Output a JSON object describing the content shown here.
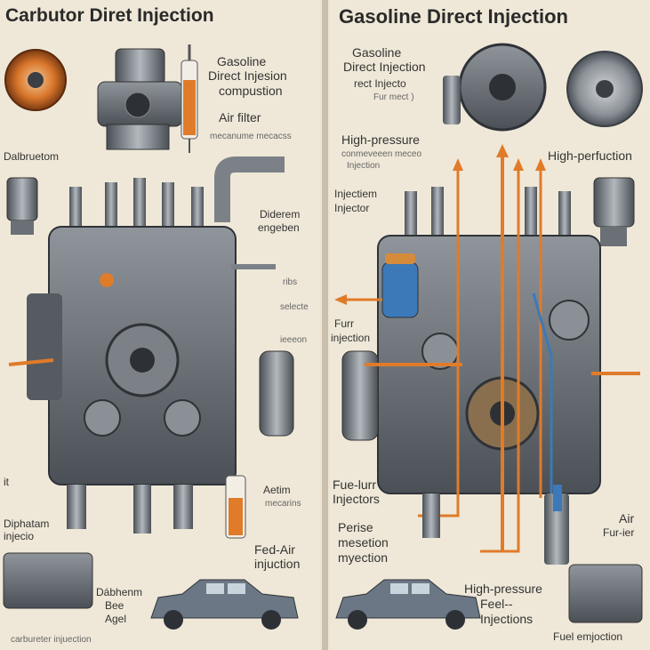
{
  "left": {
    "title": "Carbutor Diret Injection",
    "labels": {
      "gdi_1": "Gasoline",
      "gdi_2": "Direct Injesion",
      "gdi_3": "compustion",
      "air_filter": "Air filter",
      "air_filter_sub": "mecanume mecacss",
      "carburetom": "Dalbruetom",
      "diaram": "Diderem",
      "engine_label": "engeben",
      "aetim": "Aetim",
      "aetim_sub": "mecarins",
      "diphatam_1": "Diphatam",
      "diphatam_2": "injecio",
      "feed_air_1": "Fed-Air",
      "feed_air_2": "injuction",
      "dabhenm_1": "Dábhenm",
      "dabhenm_2": "Bee",
      "dabhenm_3": "Agel",
      "bottom": "carbureter injuection",
      "small_a": "ribs",
      "small_b": "selecte",
      "small_c": "ieeeon",
      "small_d": "it"
    }
  },
  "right": {
    "title": "Gasoline Direct Injection",
    "labels": {
      "gdi_1": "Gasoline",
      "gdi_2": "Direct Injection",
      "gdi_3": "rect Injecto",
      "gdi_4": "Fur mect )",
      "high_pressure": "High-pressure",
      "high_pressure_sub": "conmeveeen meceo",
      "high_pressure_sub2": "Injection",
      "high_perfuction": "High-perfuction",
      "injection": "Injectiem",
      "injector": "Injector",
      "fuel_label": "Furr",
      "fuel_label2": "injection",
      "fuel_injectors_1": "Fue-lurr",
      "fuel_injectors_2": "Injectors",
      "air": "Air",
      "air_sub": "Fur-ier",
      "perise_1": "Perise",
      "perise_2": "mesetion",
      "perise_3": "myection",
      "hp_fuel_1": "High-pressure",
      "hp_fuel_2": "Feel--",
      "hp_fuel_3": "Injections",
      "fuel_emjection": "Fuel emjoction"
    }
  },
  "colors": {
    "background": "#efe8d8",
    "metal": "#6f757c",
    "metal_dark": "#3f4449",
    "metal_light": "#a9afb5",
    "orange": "#e07b2a",
    "blue": "#3c79b8",
    "car": "#6b7785"
  }
}
